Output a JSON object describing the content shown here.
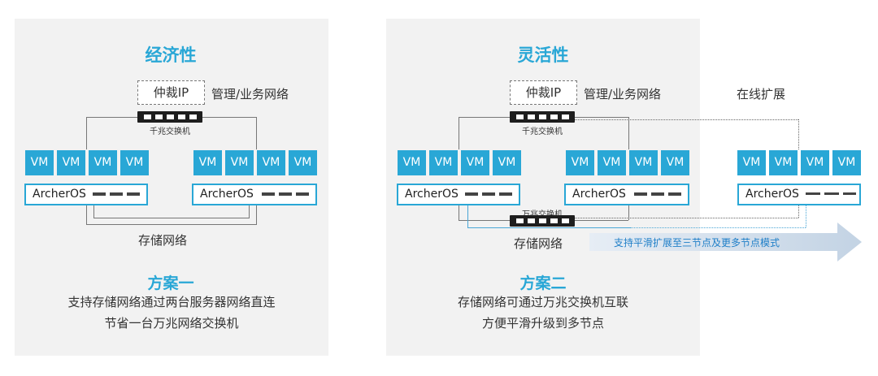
{
  "panel1": {
    "title": "经济性",
    "arbitration": "仲裁IP",
    "network_label": "管理/业务网络",
    "switch_label": "千兆交换机",
    "vm_label": "VM",
    "os_label": "ArcherOS",
    "storage_label": "存储网络",
    "plan_title": "方案一",
    "desc_line1": "支持存储网络通过两台服务器网络直连",
    "desc_line2": "节省一台万兆网络交换机"
  },
  "panel2": {
    "title": "灵活性",
    "arbitration": "仲裁IP",
    "network_label": "管理/业务网络",
    "switch_label": "千兆交换机",
    "switch2_label": "万兆交换机",
    "vm_label": "VM",
    "os_label": "ArcherOS",
    "storage_label": "存储网络",
    "plan_title": "方案二",
    "desc_line1": "存储网络可通过万兆交换机互联",
    "desc_line2": "方便平滑升级到多节点"
  },
  "expansion": {
    "title": "在线扩展",
    "vm_label": "VM",
    "os_label": "ArcherOS",
    "arrow_text": "支持平滑扩展至三节点及更多节点模式"
  },
  "colors": {
    "accent": "#29a7d6",
    "panel_bg": "#f2f2f2",
    "switch": "#1e1e1e",
    "arrow": "#c9d9ea"
  }
}
